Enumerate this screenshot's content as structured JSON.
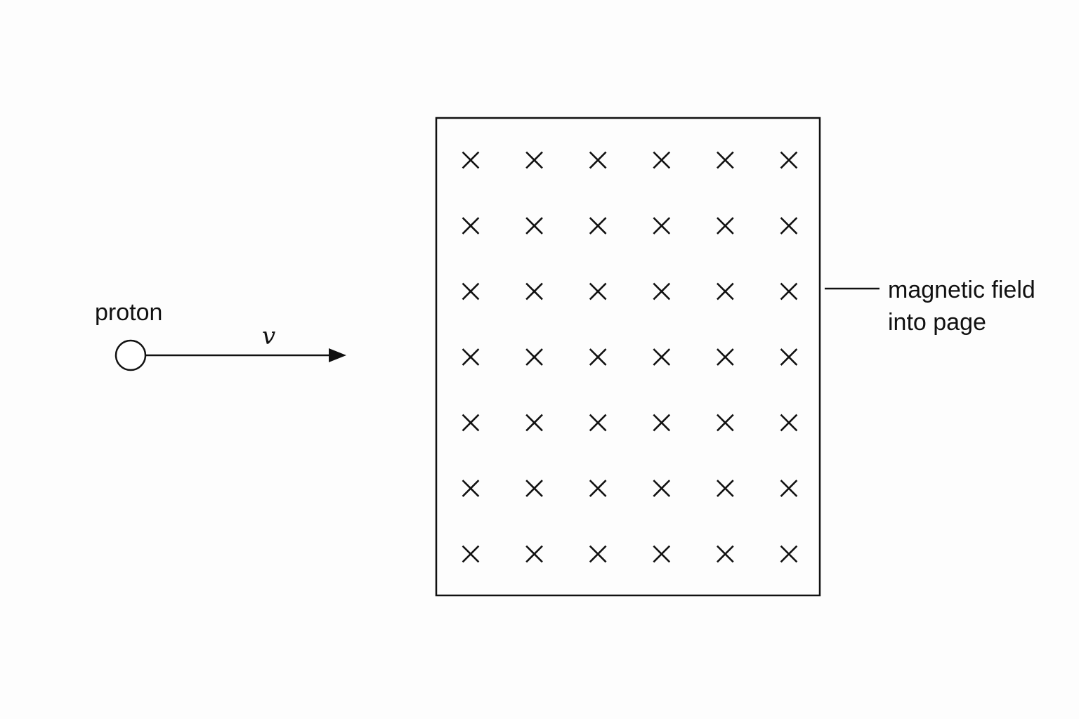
{
  "labels": {
    "particle": "proton",
    "velocity": "v",
    "field_line1": "magnetic field",
    "field_line2": "into page"
  },
  "field": {
    "direction": "into page",
    "symbol": "x-mark",
    "rows": 7,
    "cols": 6
  },
  "icons": {
    "particle": "circle-icon",
    "velocity_arrow": "arrow-right-icon",
    "field_marker": "x-icon"
  },
  "colors": {
    "ink": "#111111",
    "background": "#fdfdfd"
  }
}
